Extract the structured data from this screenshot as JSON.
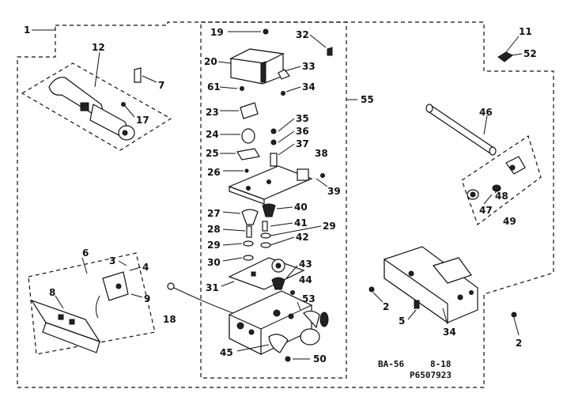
{
  "diagram": {
    "labels": {
      "l1": "1",
      "l2a": "2",
      "l2b": "2",
      "l3": "3",
      "l4": "4",
      "l5": "5",
      "l6": "6",
      "l7": "7",
      "l8": "8",
      "l9": "9",
      "l11": "11",
      "l12": "12",
      "l17": "17",
      "l18": "18",
      "l19": "19",
      "l20": "20",
      "l23": "23",
      "l24": "24",
      "l25": "25",
      "l26": "26",
      "l27": "27",
      "l28": "28",
      "l29a": "29",
      "l29b": "29",
      "l30": "30",
      "l31": "31",
      "l32": "32",
      "l33": "33",
      "l34a": "34",
      "l34b": "34",
      "l35": "35",
      "l36": "36",
      "l37": "37",
      "l38": "38",
      "l39": "39",
      "l40": "40",
      "l41": "41",
      "l42": "42",
      "l43": "43",
      "l44": "44",
      "l45": "45",
      "l46": "46",
      "l47": "47",
      "l48": "48",
      "l49": "49",
      "l50": "50",
      "l52": "52",
      "l53": "53",
      "l55": "55",
      "l61": "61"
    },
    "codes": {
      "ba": "BA-56",
      "rev": "8-18",
      "part_number": "P6507923"
    }
  }
}
